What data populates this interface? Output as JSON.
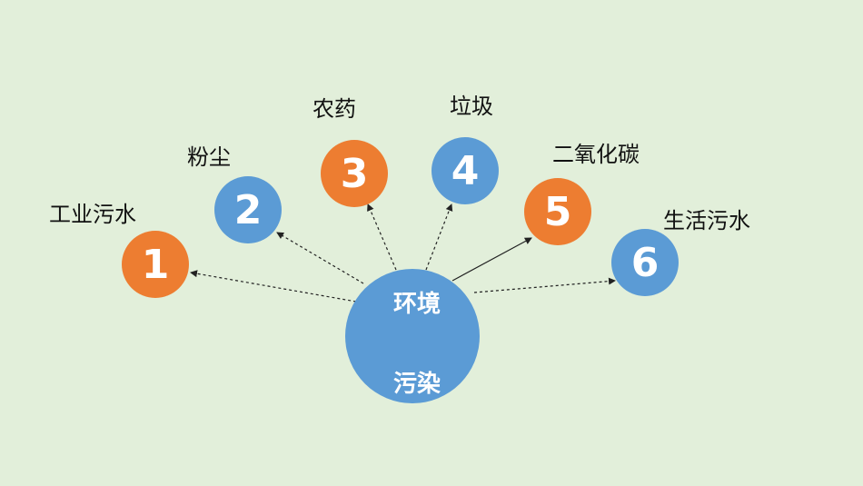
{
  "colors": {
    "background": "#e2efda",
    "blue": "#5b9bd5",
    "orange": "#ed7d31",
    "arrow": "#222222"
  },
  "center": {
    "line1": "环境",
    "line2": "污染"
  },
  "nodes": [
    {
      "number": "1",
      "label": "工业污水",
      "color": "orange"
    },
    {
      "number": "2",
      "label": "粉尘",
      "color": "blue"
    },
    {
      "number": "3",
      "label": "农药",
      "color": "orange"
    },
    {
      "number": "4",
      "label": "垃圾",
      "color": "blue"
    },
    {
      "number": "5",
      "label": "二氧化碳",
      "color": "orange"
    },
    {
      "number": "6",
      "label": "生活污水",
      "color": "blue"
    }
  ]
}
